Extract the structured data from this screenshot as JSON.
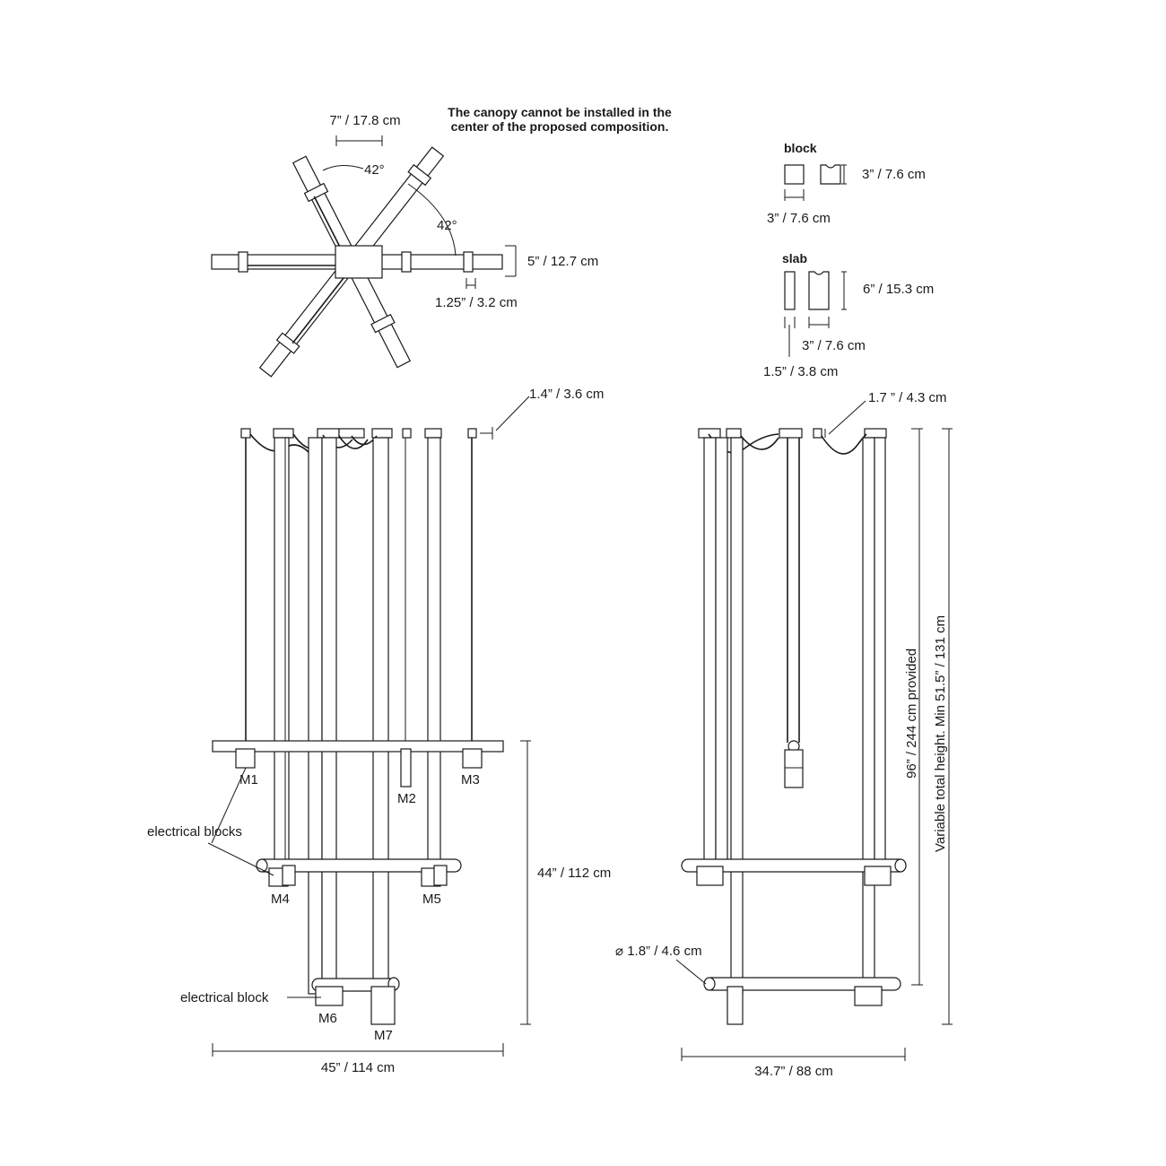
{
  "notes": {
    "canopy_line1": "The canopy cannot be installed in the",
    "canopy_line2": "center of the proposed composition."
  },
  "top_view": {
    "arm_spacing": "7” / 17.8 cm",
    "angle_1": "42°",
    "angle_2": "42°",
    "height": "5” / 12.7 cm",
    "rod_width": "1.25” / 3.2 cm"
  },
  "legend": {
    "block": {
      "title": "block",
      "height": "3” / 7.6 cm",
      "width": "3” / 7.6 cm"
    },
    "slab": {
      "title": "slab",
      "height": "6” / 15.3 cm",
      "width": "3” / 7.6 cm",
      "depth": "1.5” / 3.8 cm"
    }
  },
  "front_view": {
    "canopy_size": "1.4” / 3.6 cm",
    "modules": [
      "M1",
      "M2",
      "M3",
      "M4",
      "M5",
      "M6",
      "M7"
    ],
    "electrical_blocks": "electrical blocks",
    "electrical_block": "electrical block",
    "height": "44” / 112 cm",
    "width": "45” / 114 cm"
  },
  "side_view": {
    "canopy_size": "1.7 ” / 4.3 cm",
    "diameter": "⌀ 1.8” / 4.6 cm",
    "cable_provided": "96” / 244 cm provided",
    "total_height": "Variable total height.  Min 51.5” / 131 cm",
    "width": "34.7” / 88 cm"
  }
}
